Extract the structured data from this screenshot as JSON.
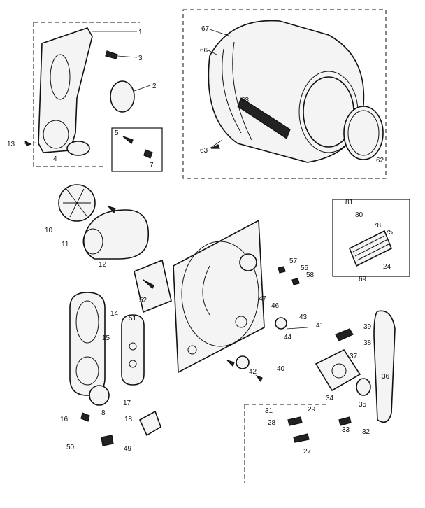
{
  "diagram": {
    "callouts": [
      "1",
      "2",
      "3",
      "5",
      "7",
      "13",
      "4",
      "67",
      "66",
      "68",
      "63",
      "62",
      "10",
      "11",
      "12",
      "52",
      "14",
      "51",
      "15",
      "16",
      "17",
      "8",
      "18",
      "50",
      "49",
      "57",
      "55",
      "58",
      "81",
      "80",
      "78",
      "75",
      "24",
      "69",
      "47",
      "46",
      "43",
      "44",
      "41",
      "39",
      "38",
      "37",
      "36",
      "35",
      "34",
      "32",
      "33",
      "29",
      "28",
      "31",
      "27",
      "42",
      "40"
    ]
  }
}
